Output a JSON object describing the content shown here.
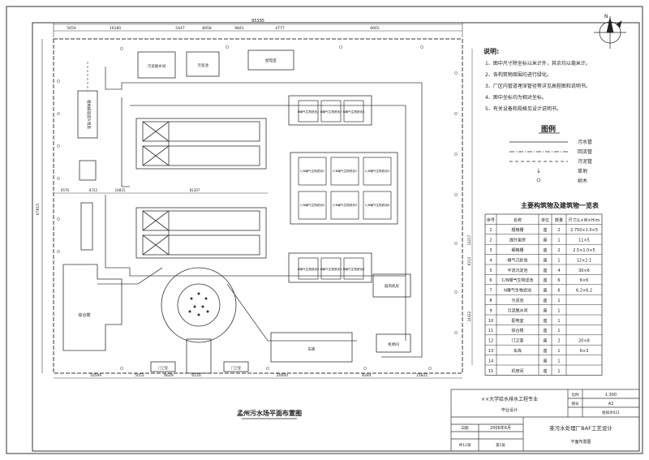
{
  "drawing": {
    "title": "孟州污水场平面布置图",
    "north_label": "N"
  },
  "dimensions": {
    "total_top": "95395",
    "top_segments": [
      "5650",
      "16180",
      "5447",
      "8958",
      "9841",
      "4777",
      "6665"
    ],
    "left_total": "67815",
    "mid_segments": [
      "9576",
      "8722",
      "10815",
      "81207"
    ],
    "bottom_segments": [
      "10599",
      "5052",
      "6629",
      "6120",
      "20000",
      "8344",
      "15822"
    ],
    "right_segments": [
      "14217",
      "6213",
      "24422"
    ]
  },
  "notes": {
    "heading": "说明:",
    "items": [
      "1、图中尺寸除坐标以米计外，其余均以毫米计。",
      "2、各构筑物周围均进行绿化。",
      "3、厂区内管道埋深管径等详见高程图和说明书。",
      "4、图中坐标均为相对坐标。",
      "5、有关设备和规格见设计说明书。"
    ]
  },
  "legend": {
    "title": "图例",
    "items": [
      "污水管",
      "回流管",
      "污泥管",
      "草地",
      "树木"
    ]
  },
  "table": {
    "title": "主要构筑物及建筑物一览表",
    "headers": [
      "序号",
      "名称",
      "单位",
      "数量",
      "尺寸(L×W×H)m"
    ],
    "rows": [
      [
        "1",
        "粗格栅",
        "座",
        "2",
        "2.750×1.0×5"
      ],
      [
        "2",
        "提升泵房",
        "座",
        "1",
        "11×5"
      ],
      [
        "3",
        "细格栅",
        "座",
        "2",
        "2.5×1.0×5"
      ],
      [
        "4",
        "曝气沉砂池",
        "座",
        "1",
        "12×2.1"
      ],
      [
        "5",
        "平流沉淀池",
        "座",
        "4",
        "30×6"
      ],
      [
        "6",
        "C/N曝气生物滤池",
        "座",
        "6",
        "6×6"
      ],
      [
        "7",
        "N曝气生物滤池",
        "座",
        "6",
        "6.2×6.2"
      ],
      [
        "8",
        "污泥池",
        "座",
        "1",
        ""
      ],
      [
        "9",
        "污泥脱水间",
        "座",
        "1",
        ""
      ],
      [
        "10",
        "配电室",
        "座",
        "1",
        ""
      ],
      [
        "11",
        "综合楼",
        "座",
        "1",
        ""
      ],
      [
        "12",
        "门卫室",
        "座",
        "2",
        "20×8"
      ],
      [
        "13",
        "车库",
        "座",
        "1",
        "6×3"
      ],
      [
        "14",
        "",
        "座",
        "1",
        ""
      ],
      [
        "15",
        "机修间",
        "座",
        "1",
        ""
      ]
    ]
  },
  "labels": {
    "sludge_dewater": "污泥脱水间",
    "sludge_pond": "污泥池",
    "power": "配电室",
    "coarse_screen": "粗格栅及提升泵房",
    "office": "综合楼",
    "gate_a": "门卫室",
    "gate_b": "门卫室",
    "garage": "车库",
    "repair": "机修间",
    "blower": "鼓风机房",
    "n_baf": "N曝气生物滤池",
    "cn_baf": "C/N曝气生物滤池",
    "n_baf_top": [
      "N曝气生物滤池1",
      "N曝气生物滤池2",
      "N曝气生物滤池3"
    ],
    "n_baf_bottom": [
      "N曝气生物滤池4",
      "N曝气生物滤池5",
      "N曝气生物滤池6"
    ],
    "cn_baf_top": [
      "C/N曝气生物滤池1",
      "C/N曝气生物滤池2",
      "C/N曝气生物滤池3"
    ],
    "cn_baf_bottom": [
      "C/N曝气生物滤池4",
      "C/N曝气生物滤池5",
      "C/N曝气生物滤池6"
    ]
  },
  "title_block": {
    "school": "××大学给水排水工程专业",
    "subtitle": "毕业设计",
    "project": "某污水处理厂BAF工艺设计",
    "drawing_name": "平面布置图",
    "date_label": "日期",
    "date": "2006年6月",
    "scale_label": "比例",
    "scale": "1:300",
    "size_label": "图号",
    "size": "A2",
    "sheet_no": "给排水021",
    "pages_total": "共12张",
    "page": "第1张"
  }
}
